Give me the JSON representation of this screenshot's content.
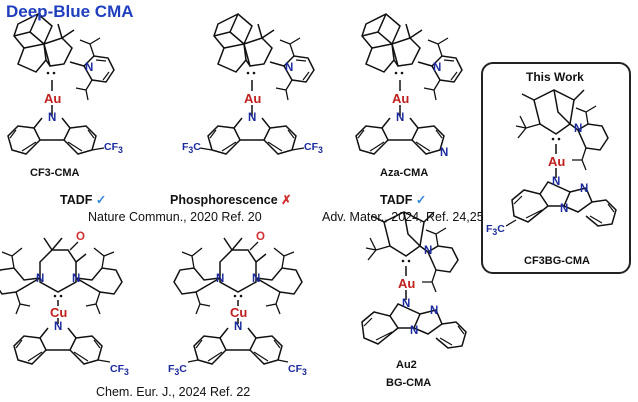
{
  "header": {
    "title": "Deep-Blue CMA"
  },
  "highlight_box": {
    "title": "This Work",
    "compound_label": "CF3BG-CMA"
  },
  "compounds": {
    "cf3_cma": {
      "label": "CF3-CMA",
      "metal": "Au"
    },
    "bis_cf3_cma": {
      "label": "",
      "metal": "Au"
    },
    "aza_cma": {
      "label": "Aza-CMA",
      "metal": "Au"
    },
    "cu_cf3": {
      "metal": "Cu"
    },
    "cu_bis_cf3": {
      "metal": "Cu"
    },
    "bg_cma": {
      "label_1": "Au2",
      "label_2": "BG-CMA",
      "metal": "Au"
    },
    "this_work": {
      "metal": "Au"
    }
  },
  "annotations": {
    "tadf_1": {
      "text": "TADF",
      "mark": "✓"
    },
    "phosphorescence": {
      "text": "Phosphorescence",
      "mark": "✗"
    },
    "tadf_2": {
      "text": "TADF",
      "mark": "✓"
    },
    "ref_nature": "Nature Commun., 2020 Ref. 20",
    "ref_adv": "Adv. Mater., 2024, Ref. 24,25",
    "ref_chem": "Chem. Eur. J., 2024 Ref. 22"
  },
  "atoms": {
    "N": "N",
    "CF3": "CF",
    "CF3_sub": "3",
    "F3C": "F",
    "F3C_sub": "3",
    "F3C_tail": "C",
    "O": "O"
  },
  "colors": {
    "title_blue": "#1f3fbf",
    "metal_red": "#c0201e",
    "nitrogen_blue": "#1b2a9c",
    "check_blue": "#3b8bd6",
    "cross_red": "#d0302f"
  }
}
